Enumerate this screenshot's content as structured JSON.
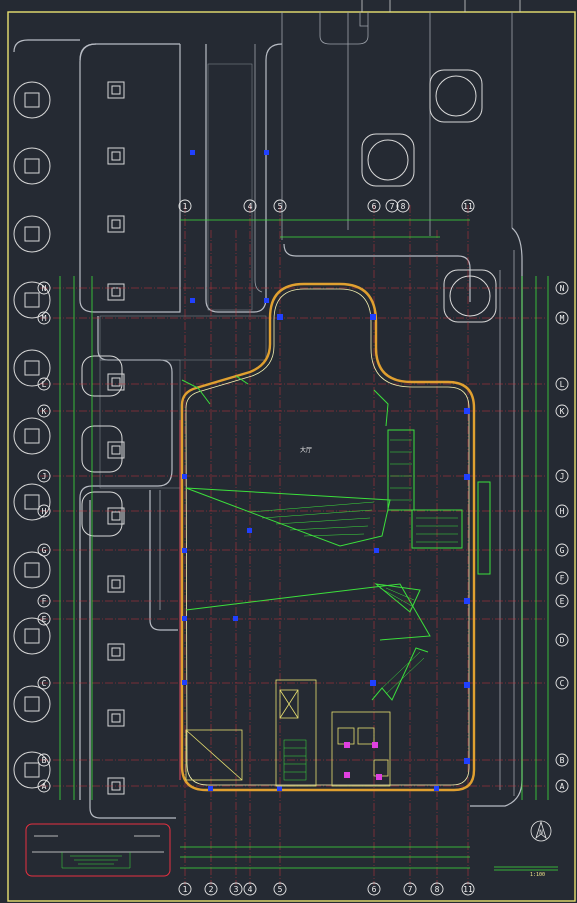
{
  "drawing": {
    "room_label": "大厅",
    "north_symbol": "N",
    "scale_note": "1:100"
  },
  "grid": {
    "bottom_axes": [
      "1",
      "2",
      "3",
      "4",
      "5",
      "6",
      "7",
      "8",
      "11"
    ],
    "top_axes": [
      "1",
      "4",
      "5",
      "6",
      "7",
      "8",
      "11"
    ],
    "left_axes": [
      "N",
      "M",
      "L",
      "K",
      "J",
      "H",
      "G",
      "F",
      "E",
      "C",
      "B",
      "A"
    ],
    "right_axes": [
      "N",
      "M",
      "L",
      "K",
      "J",
      "H",
      "G",
      "F",
      "E",
      "D",
      "C",
      "B",
      "A"
    ]
  },
  "colors": {
    "background": "#252a33",
    "frame": "#e8e070",
    "grid_line": "#c8343c",
    "wall": "#e0a030",
    "dimension": "#3ce03c",
    "column": "#2040ff"
  }
}
